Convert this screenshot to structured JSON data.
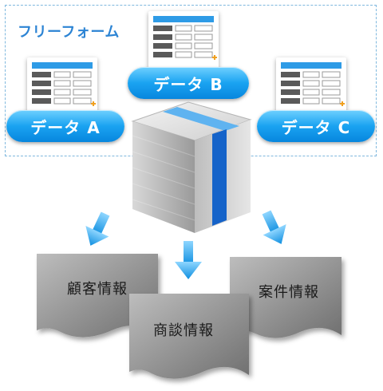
{
  "freeform": {
    "title": "フリーフォーム"
  },
  "data_items": [
    {
      "label": "データ A"
    },
    {
      "label": "データ B"
    },
    {
      "label": "データ C"
    }
  ],
  "categories": [
    {
      "label": "顧客情報"
    },
    {
      "label": "商談情報"
    },
    {
      "label": "案件情報"
    }
  ],
  "colors": {
    "pill_blue": "#1aa3f1",
    "frame_border": "#7fb8de",
    "title_blue": "#2c84d4",
    "document_gray": "#8a8a8a",
    "arrow_blue": "#1e9de8"
  }
}
